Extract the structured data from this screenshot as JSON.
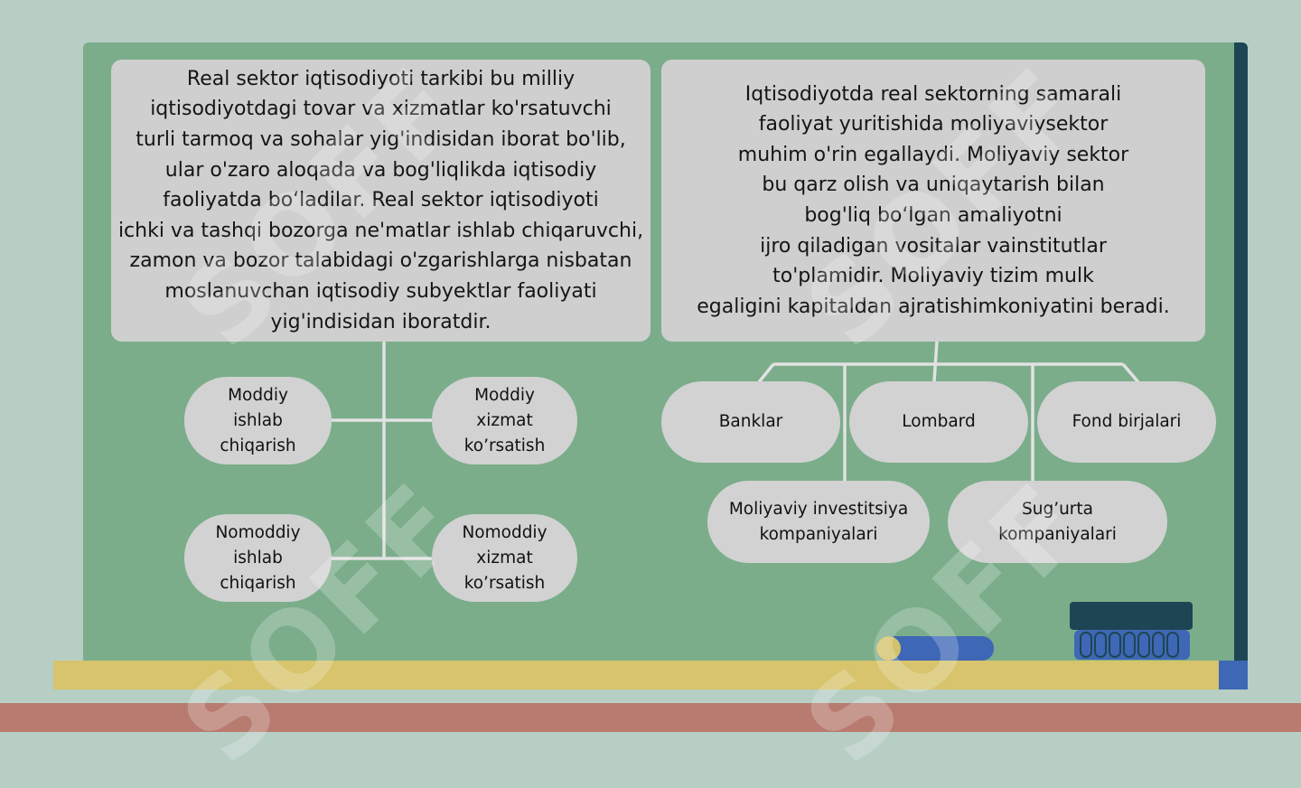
{
  "left_panel": {
    "description": "Real sektor iqtisodiyoti tarkibi bu milliy\niqtisodiyotdagi tovar va xizmatlar ko'rsatuvchi\nturli tarmoq va sohalar yig'indisidan iborat bo'lib,\nular o'zaro aloqada va bog'liqlikda iqtisodiy\nfaoliyatda bo‘ladilar. Real sektor iqtisodiyoti\nichki va tashqi bozorga ne'matlar ishlab chiqaruvchi,\nzamon va bozor talabidagi o'zgarishlarga nisbatan\nmoslanuvchan iqtisodiy subyektlar faoliyati\nyig'indisidan iboratdir.",
    "nodes": [
      "Moddiy\nishlab\nchiqarish",
      "Moddiy\nxizmat\nko’rsatish",
      "Nomoddiy\nishlab\nchiqarish",
      "Nomoddiy\nxizmat\nko’rsatish"
    ]
  },
  "right_panel": {
    "description": "Iqtisodiyotda real sektorning samarali\nfaoliyat yuritishida moliyaviysektor\nmuhim o'rin egallaydi. Moliyaviy sektor\nbu qarz olish va uniqaytarish bilan\nbog'liq bo‘lgan amaliyotni\nijro qiladigan vositalar vainstitutlar\nto'plamidir. Moliyaviy tizim mulk\negaligini kapitaldan ajratishimkoniyatini beradi.",
    "nodes": [
      "Banklar",
      "Lombard",
      "Fond birjalari",
      "Moliyaviy investitsiya\nkompaniyalari",
      "Sug’urta\nkompaniyalari"
    ]
  },
  "watermark": "SOFF",
  "colors": {
    "background": "#b7cec4",
    "board": "#7bad8b",
    "box": "#cfcfcf",
    "line": "#e6e6e6",
    "tray": "#d7c46c",
    "chalk": "#3e68b5",
    "floor": "#b87b6f",
    "board_edge": "#1e4554"
  }
}
